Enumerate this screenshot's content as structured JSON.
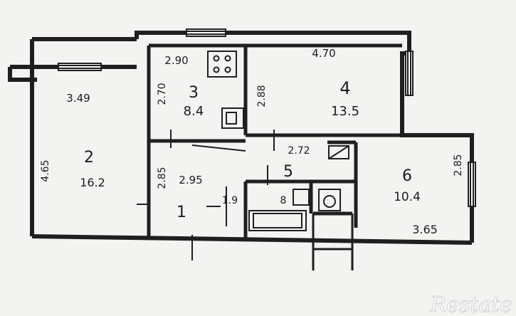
{
  "watermark": "Restate",
  "rooms": [
    {
      "number": "1"
    },
    {
      "number": "2",
      "area": "16.2"
    },
    {
      "number": "3",
      "area": "8.4"
    },
    {
      "number": "4",
      "area": "13.5"
    },
    {
      "number": "5"
    },
    {
      "number": "6",
      "area": "10.4"
    }
  ],
  "dimensions": [
    "2.90",
    "4.70",
    "3.49",
    "2.70",
    "2.88",
    "4.65",
    "2.85",
    "2.95",
    "2.72",
    "2.85",
    "3.65",
    "1.9",
    "8"
  ],
  "colors": {
    "wall": "#1f1f1f",
    "paper": "#f3f3f1",
    "watermark": "#ffffff"
  }
}
